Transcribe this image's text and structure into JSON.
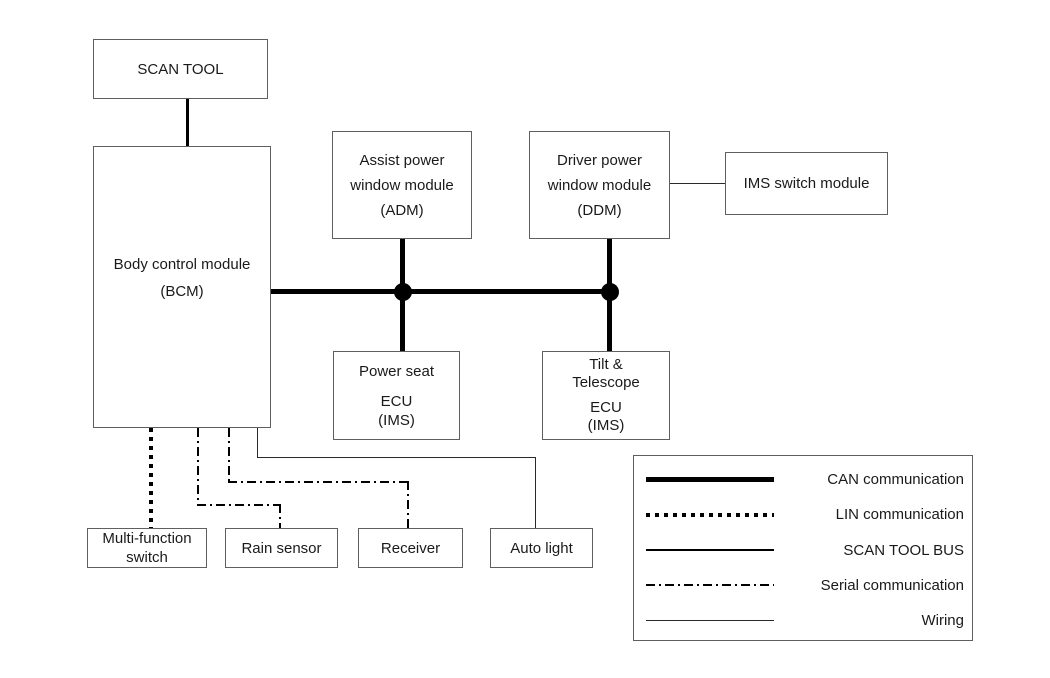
{
  "diagram": {
    "colors": {
      "background": "#ffffff",
      "line": "#000000",
      "box_border": "#5f5f5f",
      "text": "#1a1a1a"
    },
    "nodes": {
      "scan_tool": {
        "label": "SCAN TOOL"
      },
      "bcm": {
        "lines": [
          "Body control module",
          "(BCM)"
        ]
      },
      "adm": {
        "lines": [
          "Assist power",
          "window module",
          "(ADM)"
        ]
      },
      "ddm": {
        "lines": [
          "Driver power",
          "window module",
          "(DDM)"
        ]
      },
      "ims_switch": {
        "label": "IMS switch module"
      },
      "power_seat": {
        "lines": [
          "Power seat",
          "ECU",
          "(IMS)"
        ]
      },
      "tilt_telescope": {
        "lines": [
          "Tilt &",
          "Telescope",
          "ECU",
          "(IMS)"
        ]
      },
      "multi_function": {
        "lines": [
          "Multi-function",
          "switch"
        ]
      },
      "rain_sensor": {
        "label": "Rain sensor"
      },
      "receiver": {
        "label": "Receiver"
      },
      "auto_light": {
        "label": "Auto light"
      }
    },
    "legend": {
      "items": [
        {
          "key": "can",
          "label": "CAN communication"
        },
        {
          "key": "lin",
          "label": "LIN communication"
        },
        {
          "key": "scan_tool_bus",
          "label": "SCAN TOOL BUS"
        },
        {
          "key": "serial",
          "label": "Serial communication"
        },
        {
          "key": "wiring",
          "label": "Wiring"
        }
      ]
    }
  }
}
